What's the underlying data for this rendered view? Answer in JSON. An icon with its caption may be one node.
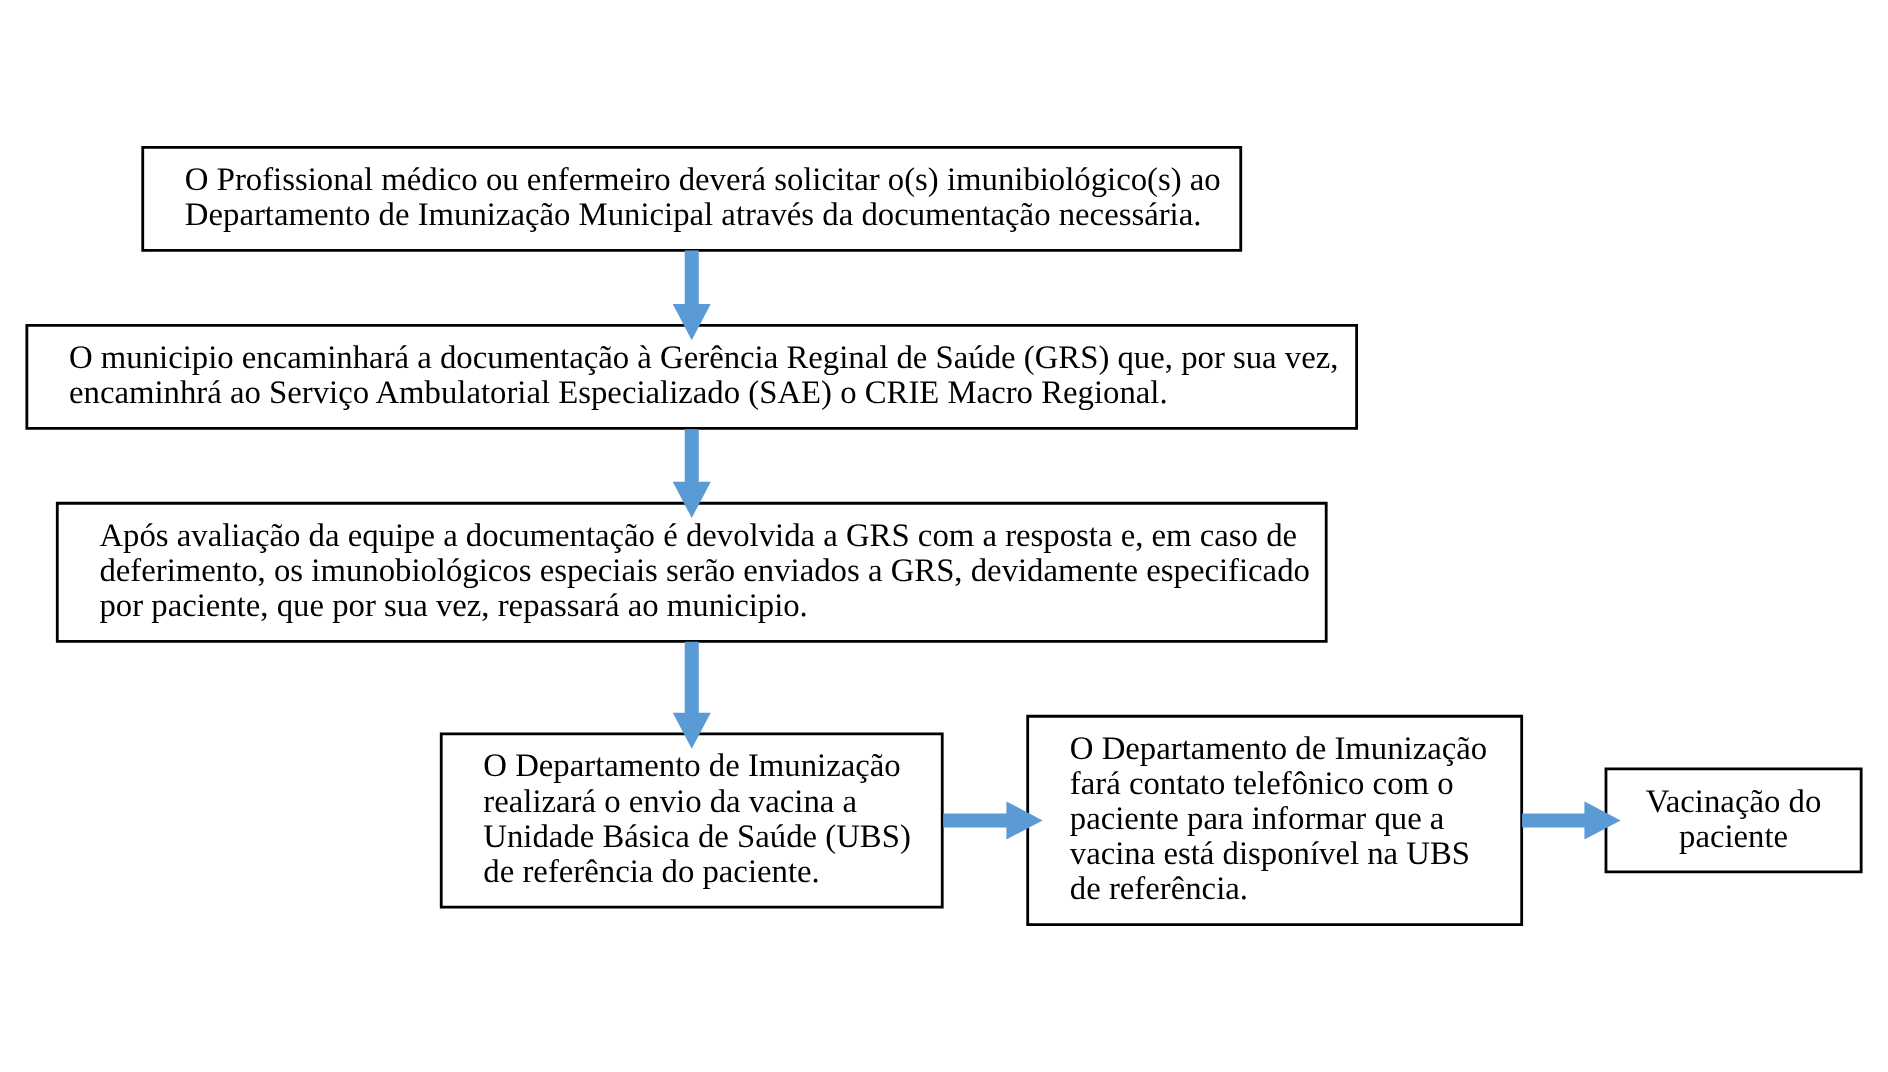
{
  "diagram": {
    "nodes": [
      {
        "text": [
          "O Profissional médico ou enfermeiro deverá solicitar o(s) imunibiológico(s) ao Departamento de Imunização Municipal através da documentação necessária."
        ]
      },
      {
        "text": [
          "O municipio encaminhará a documentação à Gerência Reginal de Saúde (GRS) que, por sua vez, encaminhrá ao Serviço Ambulatorial Especializado (SAE) o CRIE Macro Regional."
        ]
      },
      {
        "text": [
          "Após avaliação da equipe a documentação é devolvida a GRS com a resposta e, em caso de deferimento, os imunobiológicos especiais serão enviados a GRS, devidamente especificado por paciente, que por sua vez, repassará ao municipio."
        ]
      },
      {
        "text": [
          "O Departamento de Imunização realizará o envio da vacina a Unidade Básica de Saúde (UBS) de referência do paciente."
        ]
      },
      {
        "text": [
          "O Departamento de Imunização fará contato telefônico com o paciente para informar que a vacina está disponível na UBS de referência."
        ]
      },
      {
        "text": [
          "Vacinação do paciente"
        ]
      }
    ],
    "edges": [
      {
        "from": 0,
        "to": 1,
        "arrow": "to"
      },
      {
        "from": 1,
        "to": 2,
        "arrow": "to"
      },
      {
        "from": 2,
        "to": 3,
        "arrow": "to"
      },
      {
        "from": 3,
        "to": 4,
        "arrow": "to"
      },
      {
        "from": 4,
        "to": 5,
        "arrow": "to"
      }
    ]
  }
}
